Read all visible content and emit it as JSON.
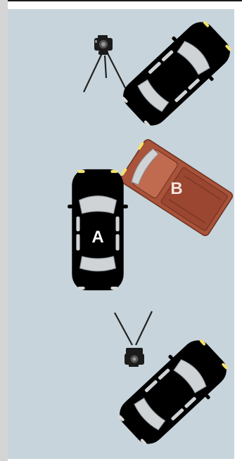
{
  "colors": {
    "background": "#c7d4db",
    "car_a_body": "#1e63c9",
    "car_a_roof": "#3f86e8",
    "car_b_body": "#a8533a",
    "car_b_roof": "#c06a4f",
    "teal_car_body": "#19a694",
    "teal_car_roof": "#2cc1ac",
    "glass": "#cfd3d6",
    "tripod": "#222222",
    "camera": "#1b1b1b"
  },
  "vehicles": [
    {
      "id": "A",
      "label": "A",
      "icon": "car-icon"
    },
    {
      "id": "B",
      "label": "B",
      "icon": "pickup-truck-icon"
    },
    {
      "id": "teal-top",
      "label": "",
      "icon": "car-icon"
    },
    {
      "id": "teal-bottom",
      "label": "",
      "icon": "car-icon"
    }
  ],
  "cameras": [
    {
      "id": "camera-top",
      "icon": "camera-on-tripod-icon"
    },
    {
      "id": "camera-bottom",
      "icon": "camera-icon"
    }
  ]
}
